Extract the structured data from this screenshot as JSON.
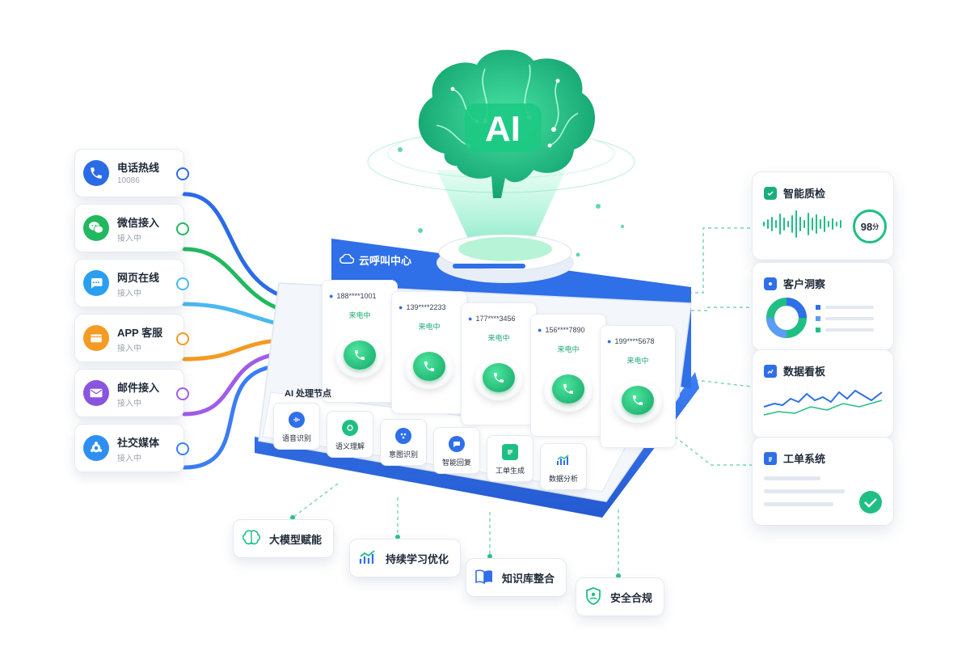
{
  "channels": [
    {
      "label": "电话热线",
      "sub": "10086",
      "color": "#2b6be6",
      "icon": "phone-icon"
    },
    {
      "label": "微信接入",
      "sub": "接入中",
      "color": "#22b85f",
      "icon": "wechat-icon"
    },
    {
      "label": "网页在线",
      "sub": "接入中",
      "color": "#2a9ff0",
      "icon": "chat-bubble-icon"
    },
    {
      "label": "APP 客服",
      "sub": "接入中",
      "color": "#f59a23",
      "icon": "app-icon"
    },
    {
      "label": "邮件接入",
      "sub": "接入中",
      "color": "#8b54e0",
      "icon": "mail-icon"
    },
    {
      "label": "社交媒体",
      "sub": "接入中",
      "color": "#2f8ff0",
      "icon": "social-icon"
    }
  ],
  "brain": {
    "label": "AI"
  },
  "board": {
    "title": "云呼叫中心",
    "lines": [
      {
        "number": "188****1001",
        "status": "来电中"
      },
      {
        "number": "139****2233",
        "status": "来电中"
      },
      {
        "number": "177****3456",
        "status": "来电中"
      },
      {
        "number": "156****7890",
        "status": "来电中"
      },
      {
        "number": "199****5678",
        "status": "来电中"
      }
    ],
    "nodes_title": "AI 处理节点",
    "nodes": [
      {
        "label": "语音识别",
        "icon": "voice-icon"
      },
      {
        "label": "语义理解",
        "icon": "semantic-icon"
      },
      {
        "label": "意图识别",
        "icon": "intent-icon"
      },
      {
        "label": "智能回复",
        "icon": "reply-icon"
      },
      {
        "label": "工单生成",
        "icon": "ticket-icon"
      },
      {
        "label": "数据分析",
        "icon": "analytics-icon"
      }
    ]
  },
  "panels": {
    "quality": {
      "title": "智能质检",
      "score": "98",
      "unit": "分"
    },
    "insight": {
      "title": "客户洞察"
    },
    "dashboard": {
      "title": "数据看板"
    },
    "ticket": {
      "title": "工单系统"
    }
  },
  "features": [
    {
      "label": "大模型赋能",
      "icon": "brain-icon"
    },
    {
      "label": "持续学习优化",
      "icon": "growth-chart-icon"
    },
    {
      "label": "知识库整合",
      "icon": "book-icon"
    },
    {
      "label": "安全合规",
      "icon": "shield-user-icon"
    }
  ],
  "colors": {
    "brand": "#2f6fe8",
    "accent": "#1fbf83",
    "dark": "#1f2937"
  }
}
